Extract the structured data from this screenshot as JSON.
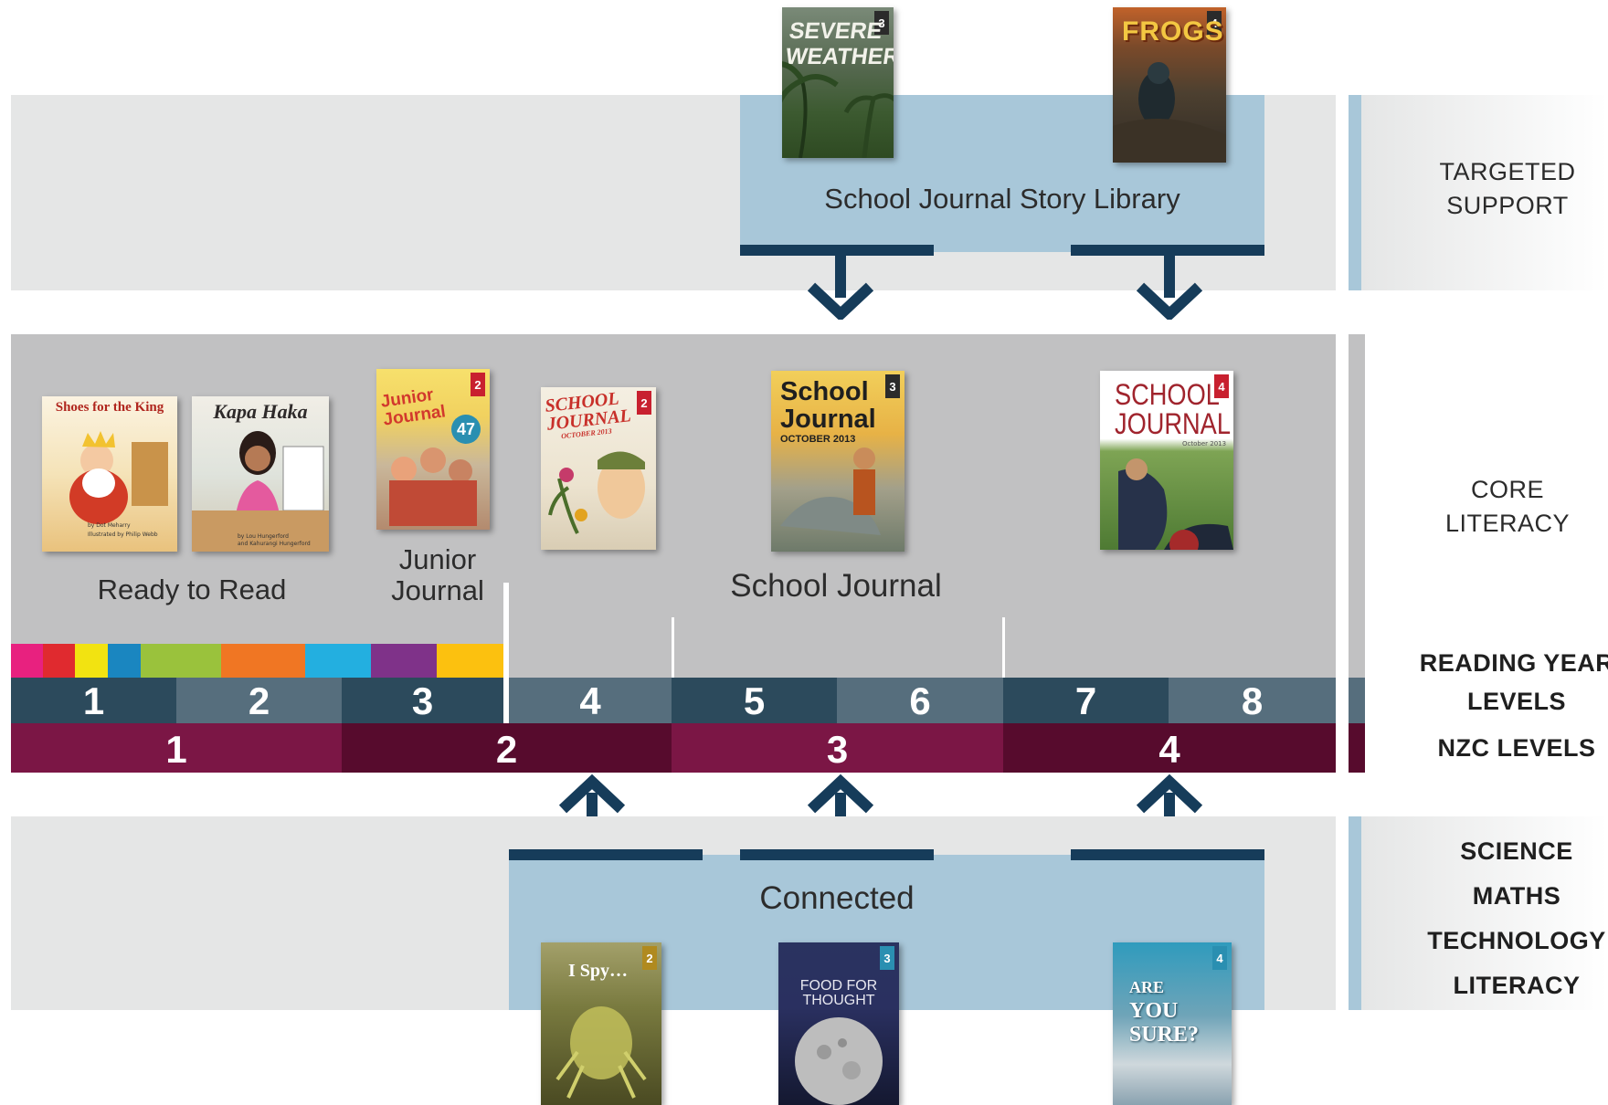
{
  "targeted_support": {
    "title": "School Journal Story Library",
    "side_label_line1": "TARGETED",
    "side_label_line2": "SUPPORT",
    "books": [
      {
        "title_line1": "SEVERE",
        "title_line2": "WEATHER",
        "level": "3"
      },
      {
        "title": "FROGS",
        "level": "4"
      }
    ]
  },
  "core_literacy": {
    "side_label_line1": "CORE",
    "side_label_line2": "LITERACY",
    "ready_to_read": {
      "label": "Ready to Read",
      "books": [
        {
          "title": "Shoes for the King",
          "byline": "by Dot Meharry",
          "illus": "Illustrated by Philip Webb"
        },
        {
          "title": "Kapa Haka",
          "byline": "by Lou Hungerford",
          "illus": "and Kahurangi Hungerford"
        }
      ]
    },
    "junior_journal": {
      "label_line1": "Junior",
      "label_line2": "Journal",
      "book": {
        "title_line1": "Junior",
        "title_line2": "Journal",
        "number": "47",
        "level": "2"
      }
    },
    "school_journal": {
      "label": "School Journal",
      "books": [
        {
          "title_line1": "SCHOOL",
          "title_line2": "JOURNAL",
          "sub": "OCTOBER 2013",
          "level": "2"
        },
        {
          "title_line1": "School",
          "title_line2": "Journal",
          "sub": "OCTOBER 2013",
          "level": "3"
        },
        {
          "title_line1": "SCHOOL",
          "title_line2": "JOURNAL",
          "sub": "October 2013",
          "level": "4"
        }
      ]
    }
  },
  "reading_year_levels": {
    "label_line1": "READING YEAR",
    "label_line2": "LEVELS",
    "levels": [
      "1",
      "2",
      "3",
      "4",
      "5",
      "6",
      "7",
      "8"
    ],
    "color_swatches": [
      "#e8217f",
      "#e02a2f",
      "#f2e311",
      "#1a86c0",
      "#9ac23c",
      "#f07623",
      "#23afe0",
      "#7f3289",
      "#fcc10f"
    ]
  },
  "nzc_levels": {
    "label": "NZC LEVELS",
    "levels": [
      "1",
      "2",
      "3",
      "4"
    ]
  },
  "connected": {
    "title": "Connected",
    "side_labels": [
      "SCIENCE",
      "MATHS",
      "TECHNOLOGY",
      "LITERACY"
    ],
    "books": [
      {
        "title": "I Spy…",
        "level": "2"
      },
      {
        "title_line1": "FOOD FOR",
        "title_line2": "THOUGHT",
        "level": "3"
      },
      {
        "title_line1": "ARE",
        "title_line2": "YOU",
        "title_line3": "SURE?",
        "level": "4"
      }
    ]
  },
  "colors": {
    "band_grey": "#e5e6e6",
    "core_grey": "#c1c1c2",
    "panel_blue": "#a8c7d9",
    "arrow_navy": "#163c5a",
    "nzc_light": "#7b1645",
    "nzc_dark": "#570b2d"
  }
}
